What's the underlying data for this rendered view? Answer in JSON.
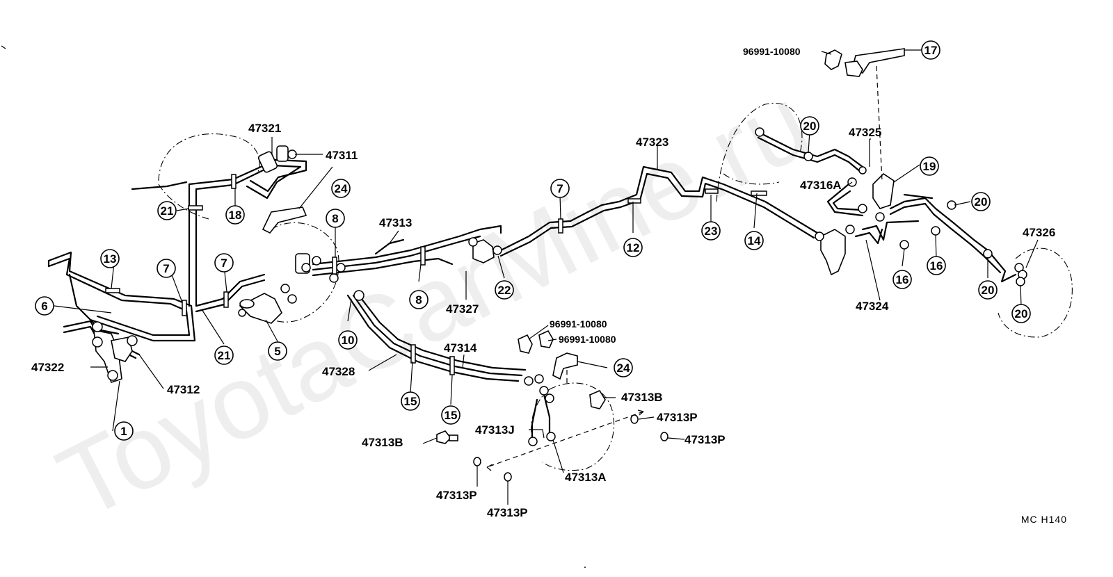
{
  "watermark": "ToyotaCarMine.ru",
  "diagram_code": "MC  H140",
  "part_numbers": [
    {
      "id": "p47321",
      "text": "47321"
    },
    {
      "id": "p47311",
      "text": "47311"
    },
    {
      "id": "p47313",
      "text": "47313"
    },
    {
      "id": "p47323",
      "text": "47323"
    },
    {
      "id": "p47325",
      "text": "47325"
    },
    {
      "id": "p47316A",
      "text": "47316A"
    },
    {
      "id": "p47326",
      "text": "47326"
    },
    {
      "id": "p47324",
      "text": "47324"
    },
    {
      "id": "p47327",
      "text": "47327"
    },
    {
      "id": "p47322",
      "text": "47322"
    },
    {
      "id": "p47312",
      "text": "47312"
    },
    {
      "id": "p47328",
      "text": "47328"
    },
    {
      "id": "p47314",
      "text": "47314"
    },
    {
      "id": "p47313B_a",
      "text": "47313B"
    },
    {
      "id": "p47313B_b",
      "text": "47313B"
    },
    {
      "id": "p47313J",
      "text": "47313J"
    },
    {
      "id": "p47313A",
      "text": "47313A"
    },
    {
      "id": "p47313P_a",
      "text": "47313P"
    },
    {
      "id": "p47313P_b",
      "text": "47313P"
    },
    {
      "id": "p47313P_c",
      "text": "47313P"
    },
    {
      "id": "p47313P_d",
      "text": "47313P"
    },
    {
      "id": "p96991_top",
      "text": "96991-10080"
    },
    {
      "id": "p96991_mid1",
      "text": "96991-10080"
    },
    {
      "id": "p96991_mid2",
      "text": "96991-10080"
    }
  ],
  "callouts": [
    "1",
    "5",
    "6",
    "7",
    "7",
    "7",
    "8",
    "8",
    "10",
    "12",
    "13",
    "14",
    "15",
    "15",
    "16",
    "16",
    "17",
    "18",
    "19",
    "20",
    "20",
    "20",
    "20",
    "21",
    "21",
    "22",
    "23",
    "24",
    "24"
  ]
}
